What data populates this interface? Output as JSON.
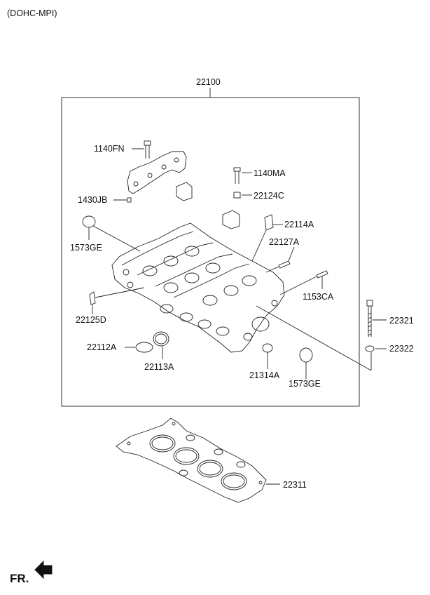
{
  "header": {
    "engine_type": "(DOHC-MPI)"
  },
  "parts": {
    "assembly": "22100",
    "p1140FN": "1140FN",
    "p1140MA": "1140MA",
    "p22124C": "22124C",
    "p1430JB": "1430JB",
    "p22114A": "22114A",
    "p1573GE_left": "1573GE",
    "p22127A": "22127A",
    "p1153CA": "1153CA",
    "p22321": "22321",
    "p22125D": "22125D",
    "p22322": "22322",
    "p22112A": "22112A",
    "p22113A": "22113A",
    "p21314A": "21314A",
    "p1573GE_right": "1573GE",
    "p22311": "22311"
  },
  "footer": {
    "direction_label": "FR."
  },
  "icons": {
    "direction_arrow": "front-direction-arrow-icon"
  }
}
